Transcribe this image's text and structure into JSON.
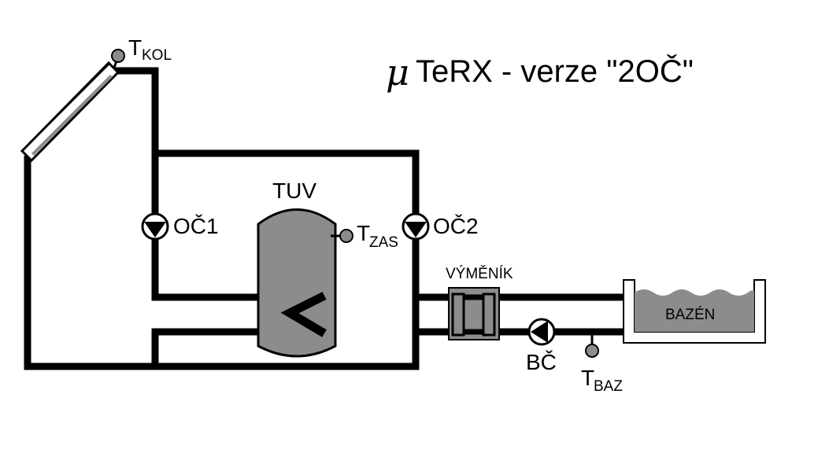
{
  "title": {
    "mu": "μ",
    "text": "TeRX - verze \"2OČ\""
  },
  "sensors": {
    "t_kol": {
      "main": "T",
      "sub": "KOL"
    },
    "t_zas": {
      "main": "T",
      "sub": "ZAS"
    },
    "t_baz": {
      "main": "T",
      "sub": "BAZ"
    }
  },
  "pumps": {
    "oc1": "OČ1",
    "oc2": "OČ2",
    "bc": "BČ"
  },
  "tank_label": "TUV",
  "exchanger_label": "VÝMĚNÍK",
  "pool_label": "BAZÉN",
  "colors": {
    "pipe": "#000000",
    "tank": "#8c8c8c",
    "sensor": "#8c8c8c",
    "background": "#ffffff"
  }
}
